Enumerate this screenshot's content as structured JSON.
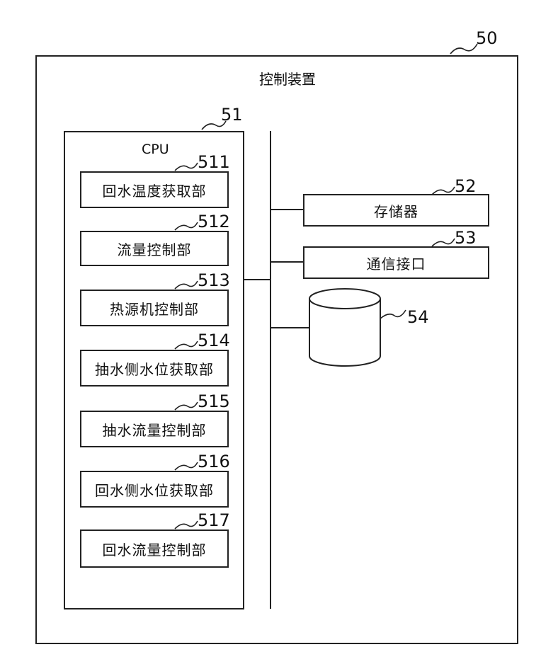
{
  "device": {
    "ref": "50",
    "title": "控制装置"
  },
  "cpu": {
    "ref": "51",
    "label": "CPU"
  },
  "modules": [
    {
      "ref": "511",
      "label": "回水温度获取部"
    },
    {
      "ref": "512",
      "label": "流量控制部"
    },
    {
      "ref": "513",
      "label": "热源机控制部"
    },
    {
      "ref": "514",
      "label": "抽水侧水位获取部"
    },
    {
      "ref": "515",
      "label": "抽水流量控制部"
    },
    {
      "ref": "516",
      "label": "回水侧水位获取部"
    },
    {
      "ref": "517",
      "label": "回水流量控制部"
    }
  ],
  "memory": {
    "ref": "52",
    "label": "存储器"
  },
  "comm": {
    "ref": "53",
    "label": "通信接口"
  },
  "storage": {
    "ref": "54"
  }
}
